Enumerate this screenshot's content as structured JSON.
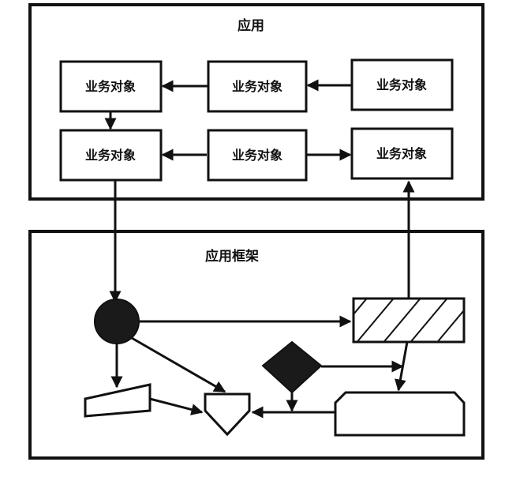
{
  "app_panel": {
    "title": "应用"
  },
  "framework_panel": {
    "title": "应用框架"
  },
  "business_objects": [
    {
      "label": "业务对象"
    },
    {
      "label": "业务对象"
    },
    {
      "label": "业务对象"
    },
    {
      "label": "业务对象"
    },
    {
      "label": "业务对象"
    },
    {
      "label": "业务对象"
    }
  ],
  "colors": {
    "stroke": "#111111",
    "fill_dark": "#1a1a1a",
    "background": "#ffffff"
  }
}
